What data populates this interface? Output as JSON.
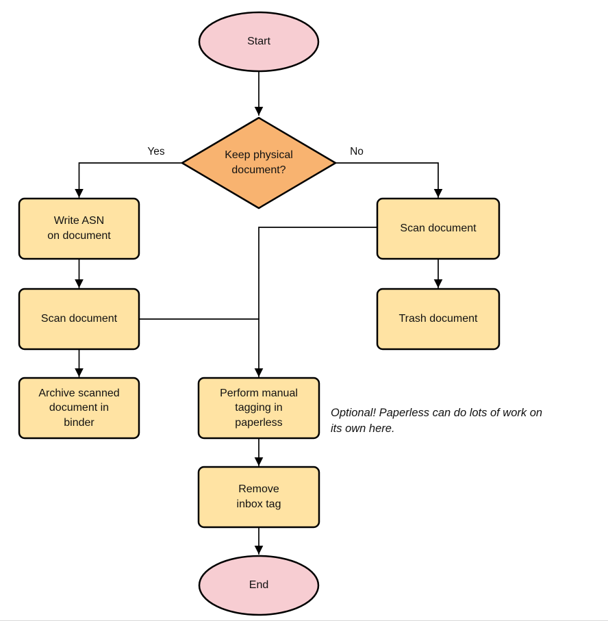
{
  "colors": {
    "terminal_fill": "#f7cdd2",
    "decision_fill": "#f8b370",
    "process_fill": "#ffe3a3",
    "stroke": "#000000"
  },
  "nodes": {
    "start": {
      "type": "terminal",
      "label": "Start"
    },
    "decision": {
      "type": "decision",
      "label": "Keep physical\ndocument?"
    },
    "write_asn": {
      "type": "process",
      "label": "Write ASN\non document"
    },
    "scan_left": {
      "type": "process",
      "label": "Scan document"
    },
    "archive": {
      "type": "process",
      "label": "Archive scanned\ndocument in\nbinder"
    },
    "scan_right": {
      "type": "process",
      "label": "Scan document"
    },
    "trash": {
      "type": "process",
      "label": "Trash document"
    },
    "tagging": {
      "type": "process",
      "label": "Perform manual\ntagging in\npaperless"
    },
    "remove_inbox": {
      "type": "process",
      "label": "Remove\ninbox tag"
    },
    "end": {
      "type": "terminal",
      "label": "End"
    }
  },
  "edge_labels": {
    "yes": "Yes",
    "no": "No"
  },
  "annotation": {
    "text": "Optional! Paperless can do lots of work on\nits own here."
  }
}
